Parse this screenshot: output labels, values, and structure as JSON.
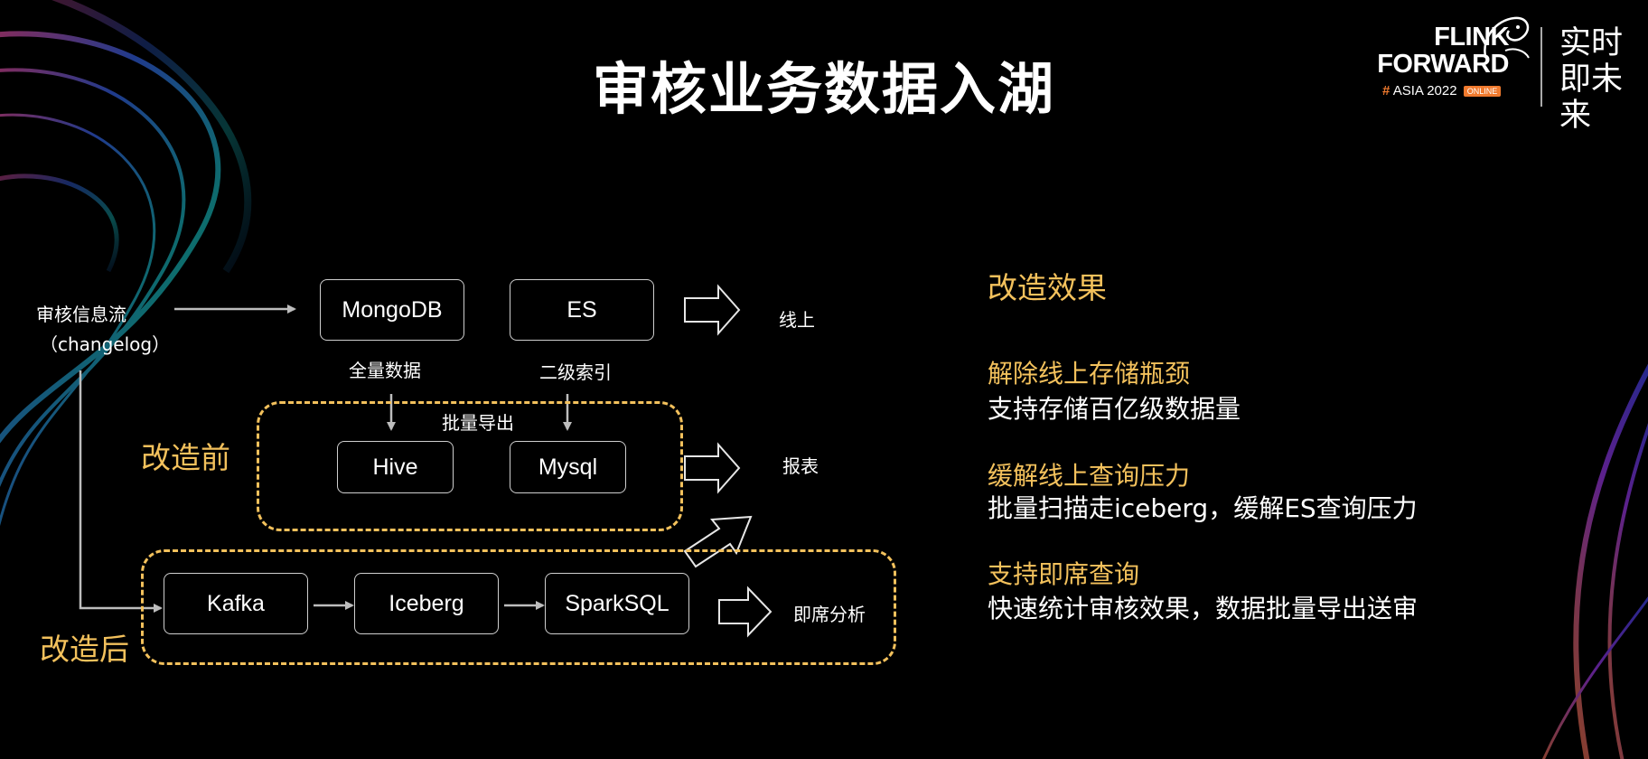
{
  "title": "审核业务数据入湖",
  "logo": {
    "line1": "FLINK",
    "line2": "FORWARD",
    "hash": "#",
    "event": "ASIA 2022",
    "badge": "ONLINE",
    "slogan": "实时即未来"
  },
  "diagram": {
    "source": {
      "line1": "审核信息流",
      "line2": "（changelog）"
    },
    "nodes": {
      "mongodb": "MongoDB",
      "es": "ES",
      "hive": "Hive",
      "mysql": "Mysql",
      "kafka": "Kafka",
      "iceberg": "Iceberg",
      "sparksql": "SparkSQL"
    },
    "labels": {
      "full_data": "全量数据",
      "secondary_index": "二级索引",
      "batch_export": "批量导出",
      "online": "线上",
      "report": "报表",
      "adhoc": "即席分析"
    },
    "groups": {
      "before": "改造前",
      "after": "改造后"
    }
  },
  "effects": {
    "heading": "改造效果",
    "items": [
      {
        "title": "解除线上存储瓶颈",
        "desc": "支持存储百亿级数据量"
      },
      {
        "title": "缓解线上查询压力",
        "desc": "批量扫描走iceberg，缓解ES查询压力"
      },
      {
        "title": "支持即席查询",
        "desc": "快速统计审核效果，数据批量导出送审"
      }
    ]
  },
  "colors": {
    "accent": "#f3c15c",
    "background": "#000000",
    "box_border": "#cfcfcf",
    "logo_orange": "#f07a2e"
  }
}
